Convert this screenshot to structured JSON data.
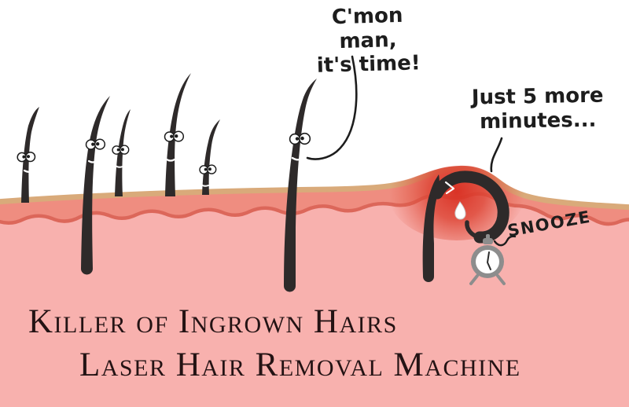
{
  "illustration": {
    "speech_left": {
      "line1": "C'mon man,",
      "line2": "it's time!"
    },
    "speech_right": {
      "line1": "Just 5 more",
      "line2": "minutes..."
    },
    "snooze_label": "SNOOZE",
    "title": {
      "line1": "Killer of Ingrown Hairs",
      "line2": "Laser Hair Removal Machine"
    },
    "icons": [
      "hair-with-googly-eyes-icon",
      "ingrown-hair-icon",
      "sweat-drop-icon",
      "alarm-clock-icon"
    ],
    "colors": {
      "background": "#ffffff",
      "skin_light_pink": "#f8b1ae",
      "skin_salmon_band": "#ef8d80",
      "skin_wave_line": "#dc675a",
      "epidermis_tan": "#d9aa7a",
      "inflammation_red": "#dd3628",
      "hair_black": "#2e2a2a",
      "clock_gray": "#8d8d8d",
      "title_text": "#241314",
      "handwriting_text": "#1d1d1d"
    }
  }
}
